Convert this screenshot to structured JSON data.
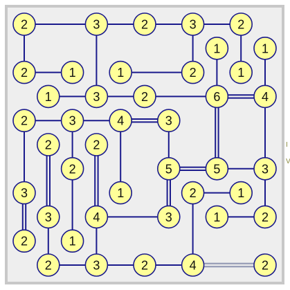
{
  "puzzle": {
    "colors": {
      "background": "#ffffff",
      "board_fill": "#eeeeee",
      "frame": "#c8c8c8",
      "bridge": "#1a1a8c",
      "bridge_selected": "#9aa0b8",
      "island_fill": "#ffff99",
      "island_stroke": "#1a1a8c",
      "label": "#111111"
    },
    "grid": {
      "cols": 11,
      "rows": 11
    },
    "islands": [
      {
        "id": "a1",
        "col": 0,
        "row": 0,
        "value": "2"
      },
      {
        "id": "a2",
        "col": 3,
        "row": 0,
        "value": "3"
      },
      {
        "id": "a3",
        "col": 5,
        "row": 0,
        "value": "2"
      },
      {
        "id": "a4",
        "col": 7,
        "row": 0,
        "value": "3"
      },
      {
        "id": "a5",
        "col": 9,
        "row": 0,
        "value": "2"
      },
      {
        "id": "b1",
        "col": 8,
        "row": 1,
        "value": "1"
      },
      {
        "id": "b2",
        "col": 10,
        "row": 1,
        "value": "1"
      },
      {
        "id": "c1",
        "col": 0,
        "row": 2,
        "value": "2"
      },
      {
        "id": "c2",
        "col": 2,
        "row": 2,
        "value": "1"
      },
      {
        "id": "c3",
        "col": 4,
        "row": 2,
        "value": "1"
      },
      {
        "id": "c4",
        "col": 7,
        "row": 2,
        "value": "2"
      },
      {
        "id": "c5",
        "col": 9,
        "row": 2,
        "value": "1"
      },
      {
        "id": "d1",
        "col": 1,
        "row": 3,
        "value": "1"
      },
      {
        "id": "d2",
        "col": 3,
        "row": 3,
        "value": "3"
      },
      {
        "id": "d3",
        "col": 5,
        "row": 3,
        "value": "2"
      },
      {
        "id": "d4",
        "col": 8,
        "row": 3,
        "value": "6"
      },
      {
        "id": "d5",
        "col": 10,
        "row": 3,
        "value": "4"
      },
      {
        "id": "e1",
        "col": 0,
        "row": 4,
        "value": "2"
      },
      {
        "id": "e2",
        "col": 2,
        "row": 4,
        "value": "3"
      },
      {
        "id": "e3",
        "col": 4,
        "row": 4,
        "value": "4"
      },
      {
        "id": "e4",
        "col": 6,
        "row": 4,
        "value": "3"
      },
      {
        "id": "f1",
        "col": 1,
        "row": 5,
        "value": "2"
      },
      {
        "id": "f2",
        "col": 3,
        "row": 5,
        "value": "2"
      },
      {
        "id": "g1",
        "col": 2,
        "row": 6,
        "value": "2"
      },
      {
        "id": "g2",
        "col": 6,
        "row": 6,
        "value": "5"
      },
      {
        "id": "g3",
        "col": 8,
        "row": 6,
        "value": "5"
      },
      {
        "id": "g4",
        "col": 10,
        "row": 6,
        "value": "3"
      },
      {
        "id": "h1",
        "col": 0,
        "row": 7,
        "value": "3"
      },
      {
        "id": "h2",
        "col": 4,
        "row": 7,
        "value": "1"
      },
      {
        "id": "h3",
        "col": 7,
        "row": 7,
        "value": "2"
      },
      {
        "id": "h4",
        "col": 9,
        "row": 7,
        "value": "1"
      },
      {
        "id": "i1",
        "col": 1,
        "row": 8,
        "value": "3"
      },
      {
        "id": "i2",
        "col": 3,
        "row": 8,
        "value": "4"
      },
      {
        "id": "i3",
        "col": 6,
        "row": 8,
        "value": "3"
      },
      {
        "id": "i4",
        "col": 8,
        "row": 8,
        "value": "1"
      },
      {
        "id": "i5",
        "col": 10,
        "row": 8,
        "value": "2"
      },
      {
        "id": "j1",
        "col": 0,
        "row": 9,
        "value": "2"
      },
      {
        "id": "j2",
        "col": 2,
        "row": 9,
        "value": "1"
      },
      {
        "id": "k1",
        "col": 1,
        "row": 10,
        "value": "2"
      },
      {
        "id": "k2",
        "col": 3,
        "row": 10,
        "value": "3"
      },
      {
        "id": "k3",
        "col": 5,
        "row": 10,
        "value": "2"
      },
      {
        "id": "k4",
        "col": 7,
        "row": 10,
        "value": "4"
      },
      {
        "id": "k5",
        "col": 10,
        "row": 10,
        "value": "2"
      }
    ],
    "bridges": [
      {
        "from": "a1",
        "to": "a2",
        "count": 1
      },
      {
        "from": "a2",
        "to": "a3",
        "count": 1
      },
      {
        "from": "a3",
        "to": "a4",
        "count": 1
      },
      {
        "from": "a4",
        "to": "a5",
        "count": 1
      },
      {
        "from": "a1",
        "to": "c1",
        "count": 1
      },
      {
        "from": "a2",
        "to": "d2",
        "count": 1
      },
      {
        "from": "a4",
        "to": "c4",
        "count": 1
      },
      {
        "from": "a5",
        "to": "c5",
        "count": 1
      },
      {
        "from": "b1",
        "to": "d4",
        "count": 1
      },
      {
        "from": "b2",
        "to": "d5",
        "count": 1
      },
      {
        "from": "c1",
        "to": "c2",
        "count": 1
      },
      {
        "from": "c3",
        "to": "c4",
        "count": 1
      },
      {
        "from": "d1",
        "to": "d2",
        "count": 1
      },
      {
        "from": "d2",
        "to": "d3",
        "count": 1
      },
      {
        "from": "d3",
        "to": "d4",
        "count": 1
      },
      {
        "from": "d4",
        "to": "d5",
        "count": 2
      },
      {
        "from": "d4",
        "to": "g3",
        "count": 2
      },
      {
        "from": "d5",
        "to": "g4",
        "count": 1
      },
      {
        "from": "e1",
        "to": "e2",
        "count": 1
      },
      {
        "from": "e2",
        "to": "e3",
        "count": 1
      },
      {
        "from": "e3",
        "to": "e4",
        "count": 2
      },
      {
        "from": "e1",
        "to": "h1",
        "count": 1
      },
      {
        "from": "e2",
        "to": "j2",
        "count": 1
      },
      {
        "from": "e3",
        "to": "h2",
        "count": 1
      },
      {
        "from": "e4",
        "to": "g2",
        "count": 1
      },
      {
        "from": "f1",
        "to": "i1",
        "count": 2
      },
      {
        "from": "f2",
        "to": "i2",
        "count": 2
      },
      {
        "from": "g2",
        "to": "g3",
        "count": 2
      },
      {
        "from": "g3",
        "to": "g4",
        "count": 1
      },
      {
        "from": "g2",
        "to": "i3",
        "count": 2
      },
      {
        "from": "g4",
        "to": "i5",
        "count": 1
      },
      {
        "from": "h1",
        "to": "j1",
        "count": 2
      },
      {
        "from": "h3",
        "to": "h4",
        "count": 1
      },
      {
        "from": "h3",
        "to": "k4",
        "count": 1
      },
      {
        "from": "i2",
        "to": "i3",
        "count": 1
      },
      {
        "from": "i2",
        "to": "k2",
        "count": 1
      },
      {
        "from": "i4",
        "to": "i5",
        "count": 1
      },
      {
        "from": "i1",
        "to": "k1",
        "count": 1
      },
      {
        "from": "k1",
        "to": "k2",
        "count": 1
      },
      {
        "from": "k2",
        "to": "k3",
        "count": 1
      },
      {
        "from": "k3",
        "to": "k4",
        "count": 1
      },
      {
        "from": "k4",
        "to": "k5",
        "count": 2,
        "selected": true
      }
    ]
  },
  "side_panel": {
    "line1": "I",
    "line2": "V"
  }
}
